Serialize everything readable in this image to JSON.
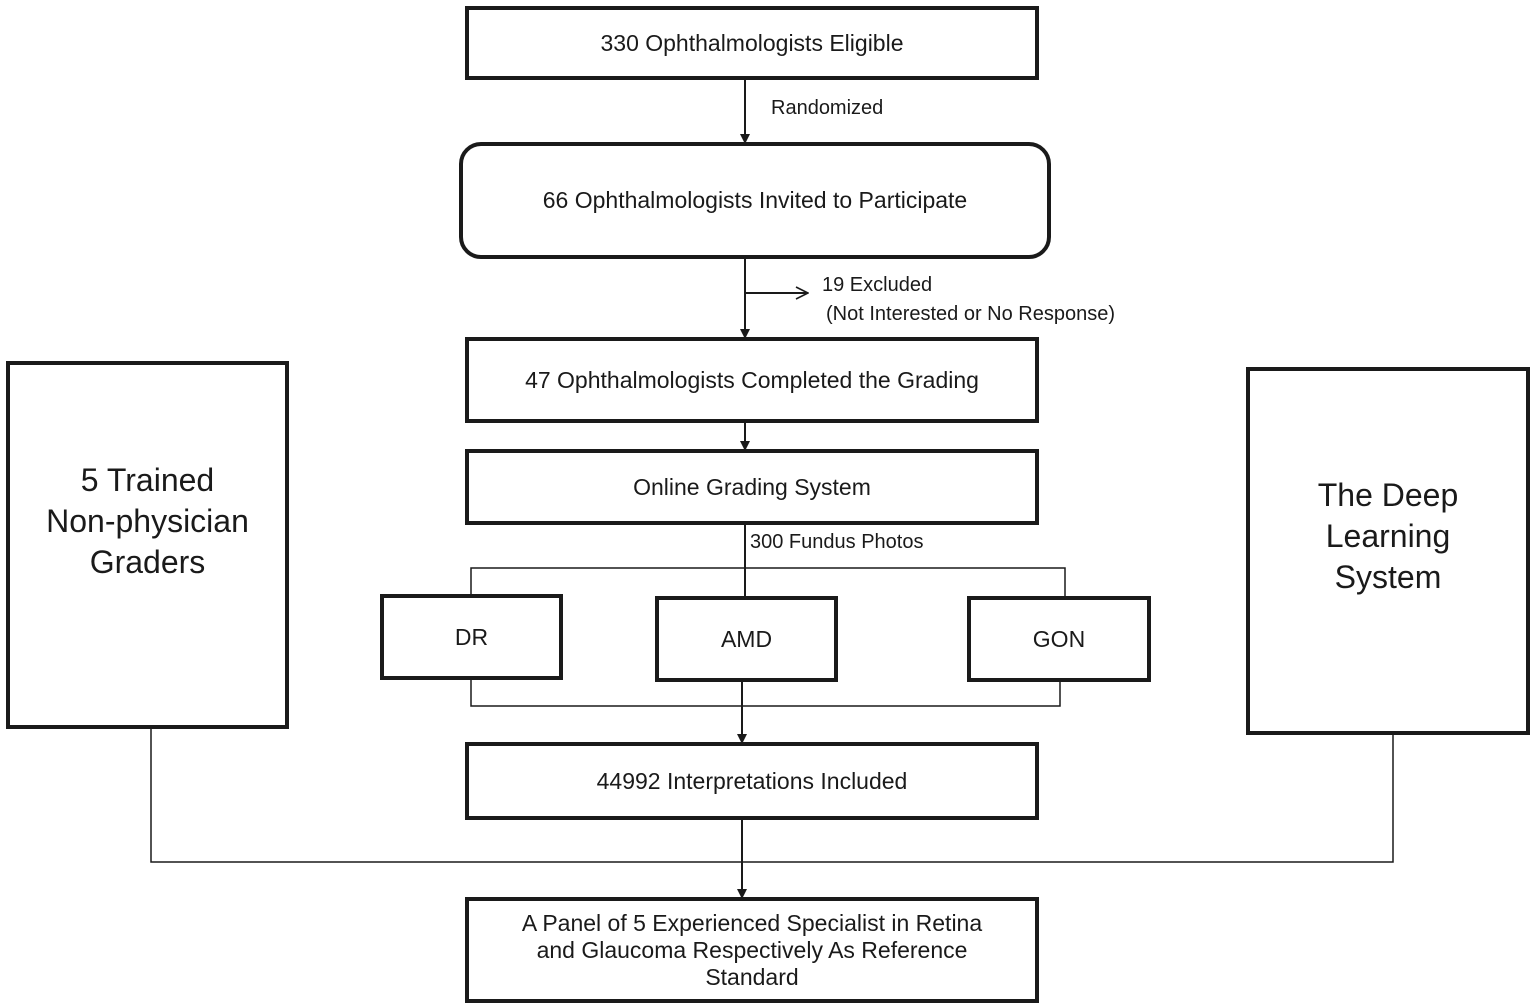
{
  "flow": {
    "eligible": "330 Ophthalmologists Eligible",
    "randomized": "Randomized",
    "invited": "66 Ophthalmologists Invited to Participate",
    "excluded_count": "19  Excluded",
    "excluded_reason": "(Not Interested or No Response)",
    "completed": "47 Ophthalmologists Completed the Grading",
    "system": "Online Grading  System",
    "photos": "300 Fundus Photos",
    "categories": [
      "DR",
      "AMD",
      "GON"
    ],
    "interpretations": "44992 Interpretations Included",
    "reference": [
      "A Panel of 5 Experienced Specialist in Retina",
      "and Glaucoma Respectively As Reference",
      "Standard"
    ]
  },
  "left_box": [
    "5 Trained",
    "Non-physician",
    "Graders"
  ],
  "right_box": [
    "The Deep",
    "Learning",
    "System"
  ]
}
